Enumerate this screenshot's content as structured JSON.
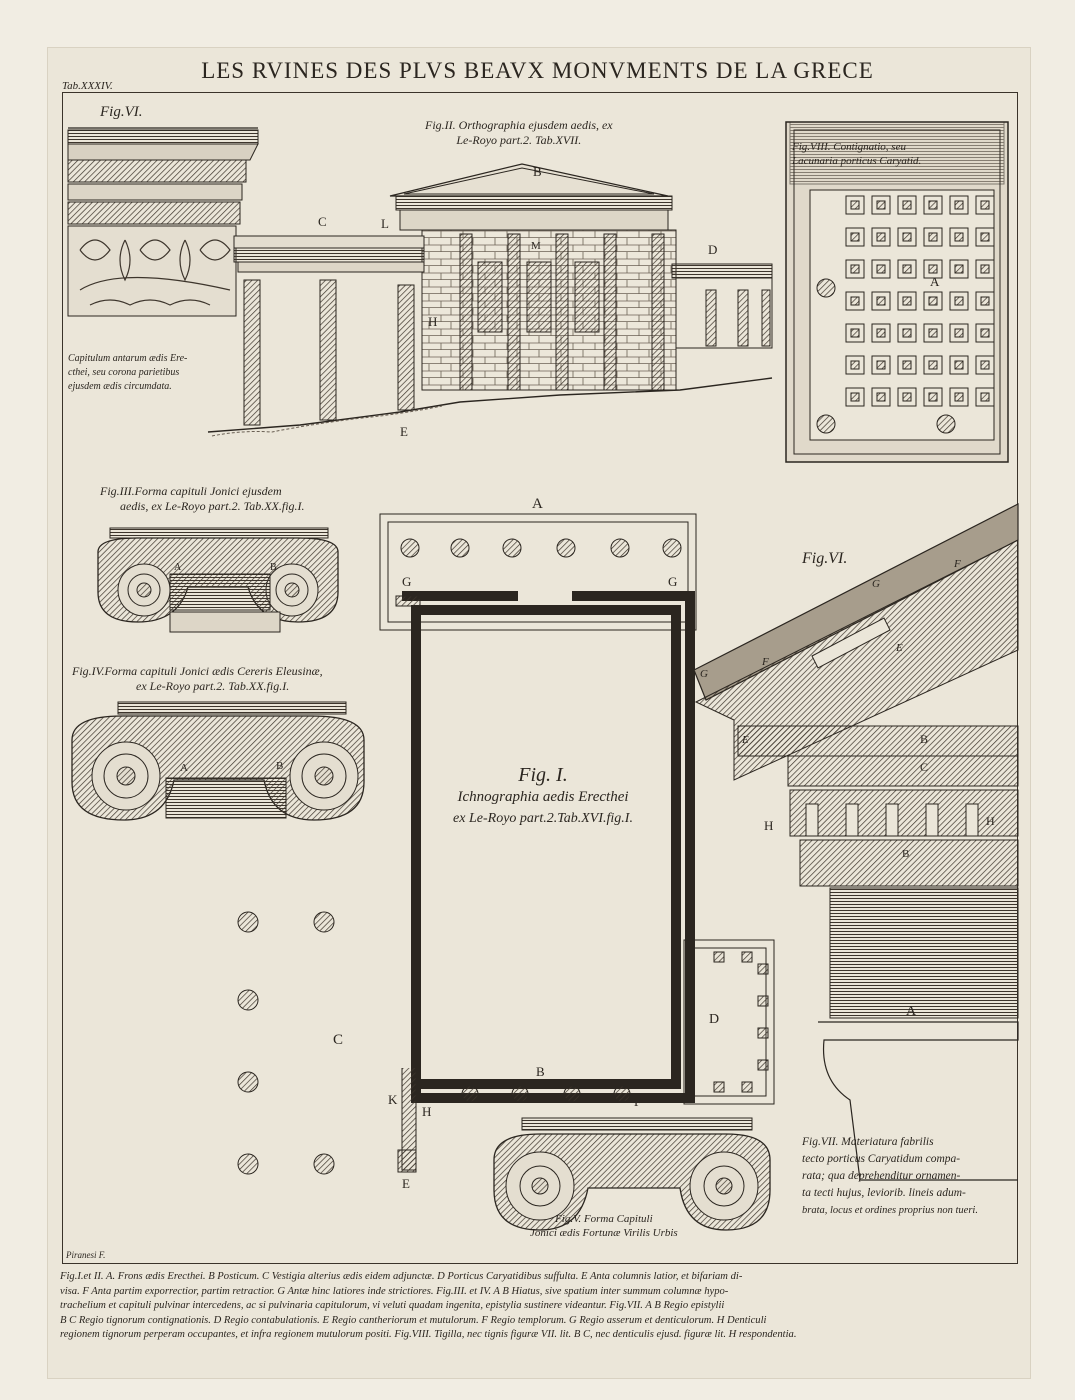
{
  "header": {
    "title": "LES RVINES DES PLVS BEAVX MONVMENTS DE LA GRECE",
    "tab": "Tab.XXXIV."
  },
  "figures": {
    "fig6_top": {
      "label": "Fig.VI.",
      "caption": [
        "Capitulum antarum ædis Ere-",
        "cthei, seu corona parietibus",
        "ejusdem ædis circumdata."
      ]
    },
    "fig2": {
      "caption": [
        "Fig.II. Orthographia ejusdem aedis, ex",
        "Le-Royo part.2. Tab.XVII."
      ],
      "letters": {
        "B": "B",
        "C": "C",
        "L": "L",
        "M": "M",
        "D": "D",
        "H": "H",
        "E": "E"
      }
    },
    "fig8": {
      "caption": [
        "Fig.VIII. Contignatio, seu",
        "Lacunaria porticus Caryatid."
      ],
      "letter_a": "A"
    },
    "fig3": {
      "caption": [
        "Fig.III.Forma capituli Jonici ejusdem",
        "aedis, ex Le-Royo part.2. Tab.XX.fig.I."
      ],
      "letter_a": "A",
      "letter_b": "B"
    },
    "fig4": {
      "caption": [
        "Fig.IV.Forma capituli Jonici ædis Cereris Eleusinæ,",
        "ex Le-Royo part.2. Tab.XX.fig.I."
      ],
      "letter_a": "A",
      "letter_b": "B"
    },
    "fig1": {
      "caption": [
        "Fig. I.",
        "Ichnographia aedis Erecthei",
        "ex Le-Royo part.2.Tab.XVI.fig.I."
      ],
      "letters": {
        "A": "A",
        "G1": "G",
        "G2": "G",
        "B": "B",
        "C": "C",
        "D": "D",
        "F": "F",
        "K": "K",
        "H": "H",
        "E": "E"
      }
    },
    "fig6_right": {
      "label": "Fig.VI.",
      "letters": {
        "G1": "G",
        "F1": "F",
        "E1": "E",
        "F2": "F",
        "G2": "G",
        "E2": "E",
        "B": "B",
        "C": "C",
        "H1": "H",
        "H2": "H",
        "B2": "B",
        "A": "A"
      }
    },
    "fig5": {
      "caption": [
        "Fig.V. Forma Capituli",
        "Jonici ædis Fortunæ Virilis Urbis"
      ]
    },
    "fig7": {
      "caption": [
        "Fig.VII. Materiatura fabrilis",
        "tecto porticus Caryatidum compa-",
        "rata; qua deprehenditur ornamen-",
        "ta tecti hujus, leviorib. lineis adum-",
        "brata, locus et ordines proprius non tueri."
      ]
    }
  },
  "signature": "Piranesi F.",
  "bottom_caption": [
    "Fig.I.et II. A. Frons ædis Erecthei. B Posticum. C Vestigia alterius ædis eidem adjunctæ. D Porticus Caryatidibus suffulta. E Anta columnis latior, et bifariam di-",
    "visa. F Anta partim exporrectior, partim retractior. G Antæ hinc latiores inde strictiores. Fig.III. et IV. A B Hiatus, sive spatium inter summum columnæ hypo-",
    "trachelium et capituli pulvinar intercedens, ac si pulvinaria capitulorum, vi veluti quadam ingenita, epistylia sustinere videantur. Fig.VII. A B Regio epistylii",
    "B C Regio tignorum contignationis. D Regio contabulationis. E Regio cantheriorum et mutulorum. F Regio templorum. G Regio asserum et denticulorum. H Denticuli",
    "regionem tignorum perperam occupantes, et infra regionem mutulorum positi. Fig.VIII. Tigilla, nec tignis figuræ VII. lit. B C, nec denticulis ejusd. figuræ lit. H respondentia."
  ],
  "colors": {
    "paper": "#ebe6d9",
    "ink": "#2b2620",
    "hatch": "#5a5046"
  }
}
